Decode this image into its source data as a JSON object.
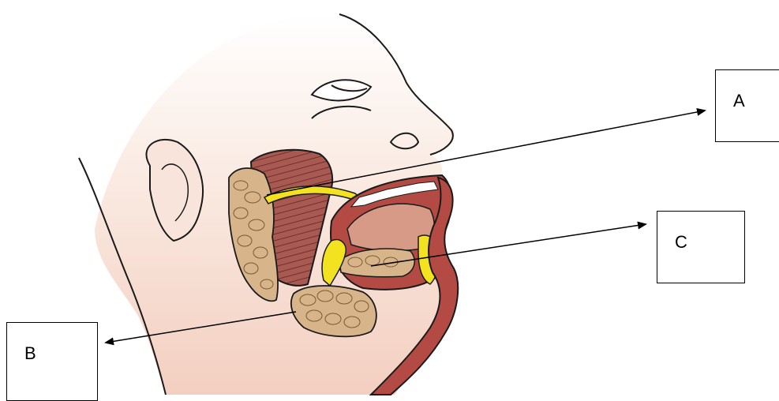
{
  "labels": {
    "a": "A",
    "b": "B",
    "c": "C"
  },
  "colors": {
    "skin": "#f6ddd0",
    "outline": "#1a1a1a",
    "muscle": "#a85a52",
    "gland": "#d7b489",
    "duct": "#f2e21f",
    "mouth": "#b44a44",
    "tongue": "#d79a86"
  }
}
